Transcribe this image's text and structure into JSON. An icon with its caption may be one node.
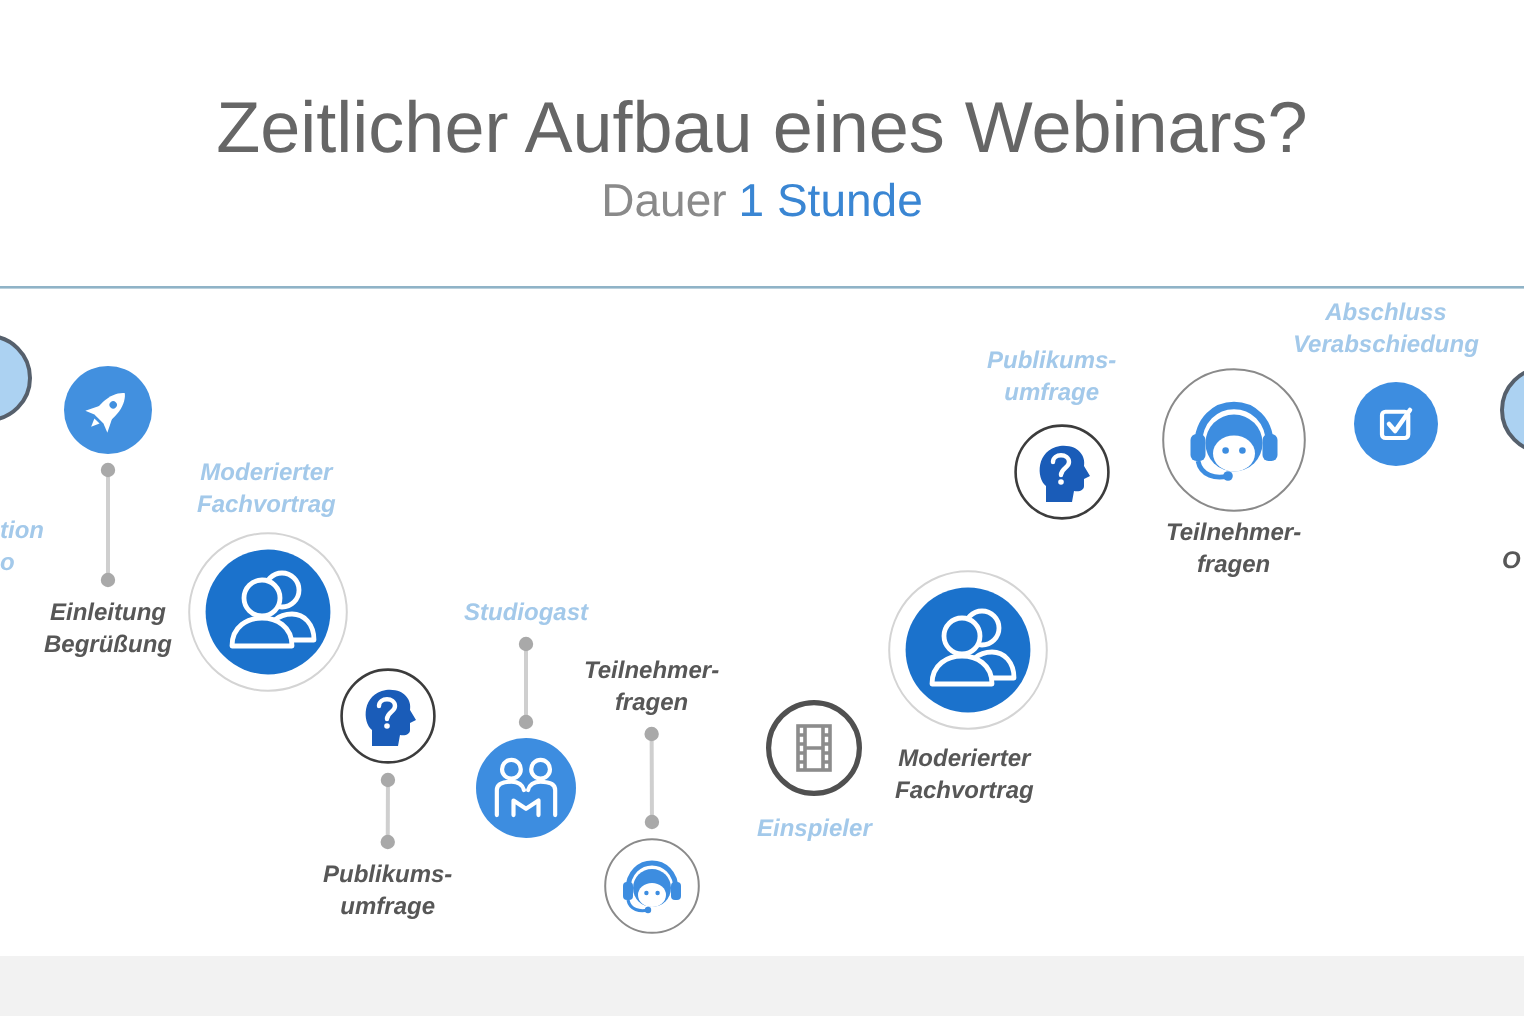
{
  "diagram": {
    "title": "Zeitlicher Aufbau eines Webinars?",
    "nodes": [
      {
        "text": [],
        "shape": "circle"
      },
      {
        "text": [],
        "shape": "circle"
      },
      {
        "text": [
          "Einleitung Begrüßung"
        ]
      },
      {
        "text": [],
        "shape": "circle",
        "beside": [
          "Moderierter Fachvortrag"
        ]
      },
      {
        "text": [],
        "shape": "circle"
      },
      {
        "text": [
          "Publikums- umfrage"
        ]
      },
      {
        "text": [
          "Studiogast"
        ]
      },
      {
        "text": [],
        "shape": "circle"
      },
      {
        "text": [
          "Teilnehmer- fragen"
        ]
      },
      {
        "text": [],
        "shape": "circle"
      },
      {
        "text": [],
        "shape": "circle",
        "beside": [
          "Einspieler"
        ]
      },
      {
        "text": [],
        "shape": "circle",
        "beside": [
          "Moderierter Fachvortrag"
        ]
      },
      {
        "text": [],
        "shape": "circle",
        "beside": [
          "Publikums- umfrage"
        ]
      },
      {
        "text": [],
        "shape": "circle",
        "beside": [
          "Teilnehmer- fragen"
        ]
      },
      {
        "text": [],
        "shape": "circle",
        "beside": [
          "Abschluss Verabschiedung"
        ]
      },
      {
        "text": [],
        "shape": "circle"
      }
    ],
    "edges": [
      {
        "from": 2,
        "to": 1,
        "arrow": "other"
      },
      {
        "from": 5,
        "to": 4,
        "arrow": "other"
      },
      {
        "from": 6,
        "to": 7,
        "arrow": "other"
      },
      {
        "from": 8,
        "to": 9,
        "arrow": "other"
      }
    ],
    "labels": [
      "Dauer",
      "1 Stunde",
      "tion o",
      "O"
    ]
  }
}
